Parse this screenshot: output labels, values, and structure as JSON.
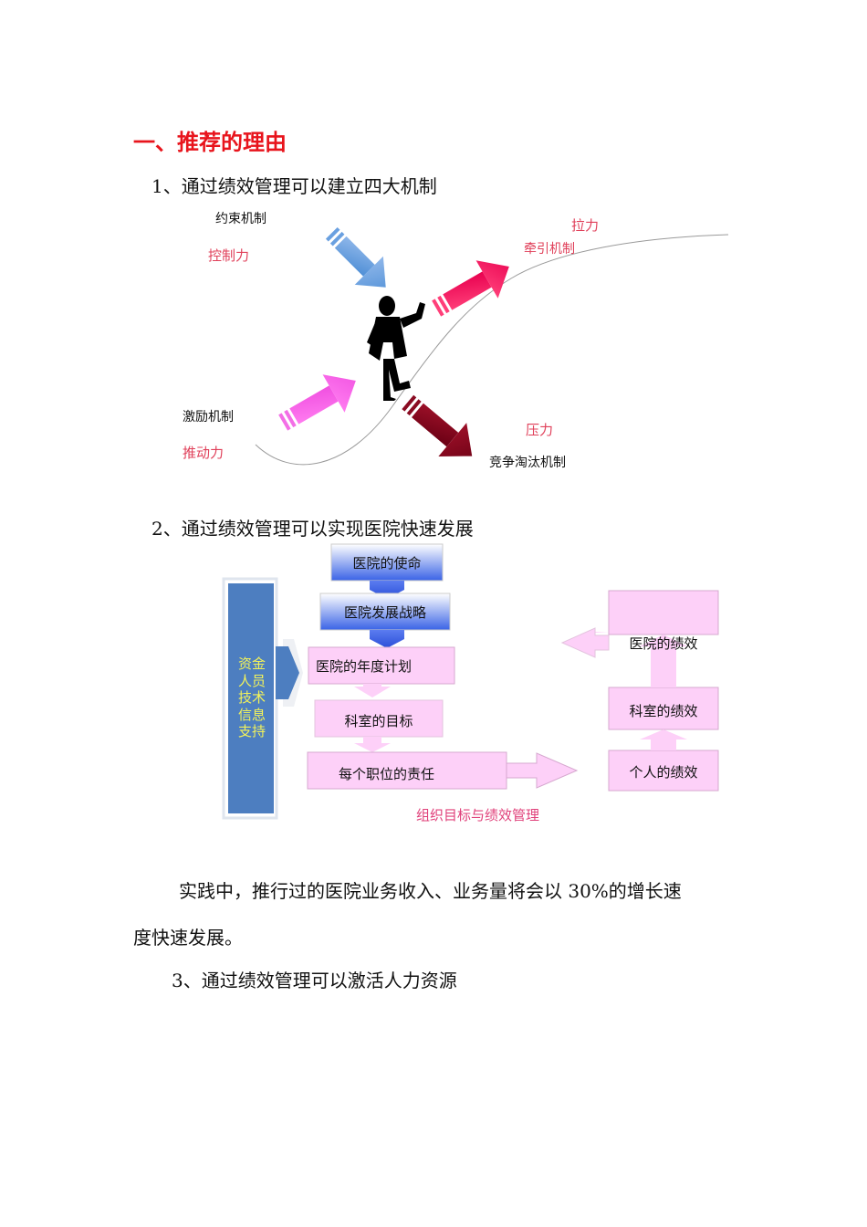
{
  "section_title": "一、推荐的理由",
  "item1": "1、通过绩效管理可以建立四大机制",
  "diagram1": {
    "restraint": "约束机制",
    "control_force": "控制力",
    "pull_force": "拉力",
    "traction": "牵引机制",
    "incentive": "激励机制",
    "push_force": "推动力",
    "pressure": "压力",
    "elimination": "竞争淘汰机制"
  },
  "item2": "2、通过绩效管理可以实现医院快速发展",
  "diagram2": {
    "support": [
      "资金",
      "人员",
      "技术",
      "信息",
      "支持"
    ],
    "mission": "医院的使命",
    "strategy": "医院发展战略",
    "annual_plan": "医院的年度计划",
    "dept_goal": "科室的目标",
    "position_duty": "每个职位的责任",
    "hospital_perf": "医院的绩效",
    "dept_perf": "科室的绩效",
    "personal_perf": "个人的绩效",
    "caption": "组织目标与绩效管理"
  },
  "paragraph_line1": "实践中，推行过的医院业务收入、业务量将会以 30%的增长速",
  "paragraph_line2": "度快速发展。",
  "item3": "3、通过绩效管理可以激活人力资源"
}
